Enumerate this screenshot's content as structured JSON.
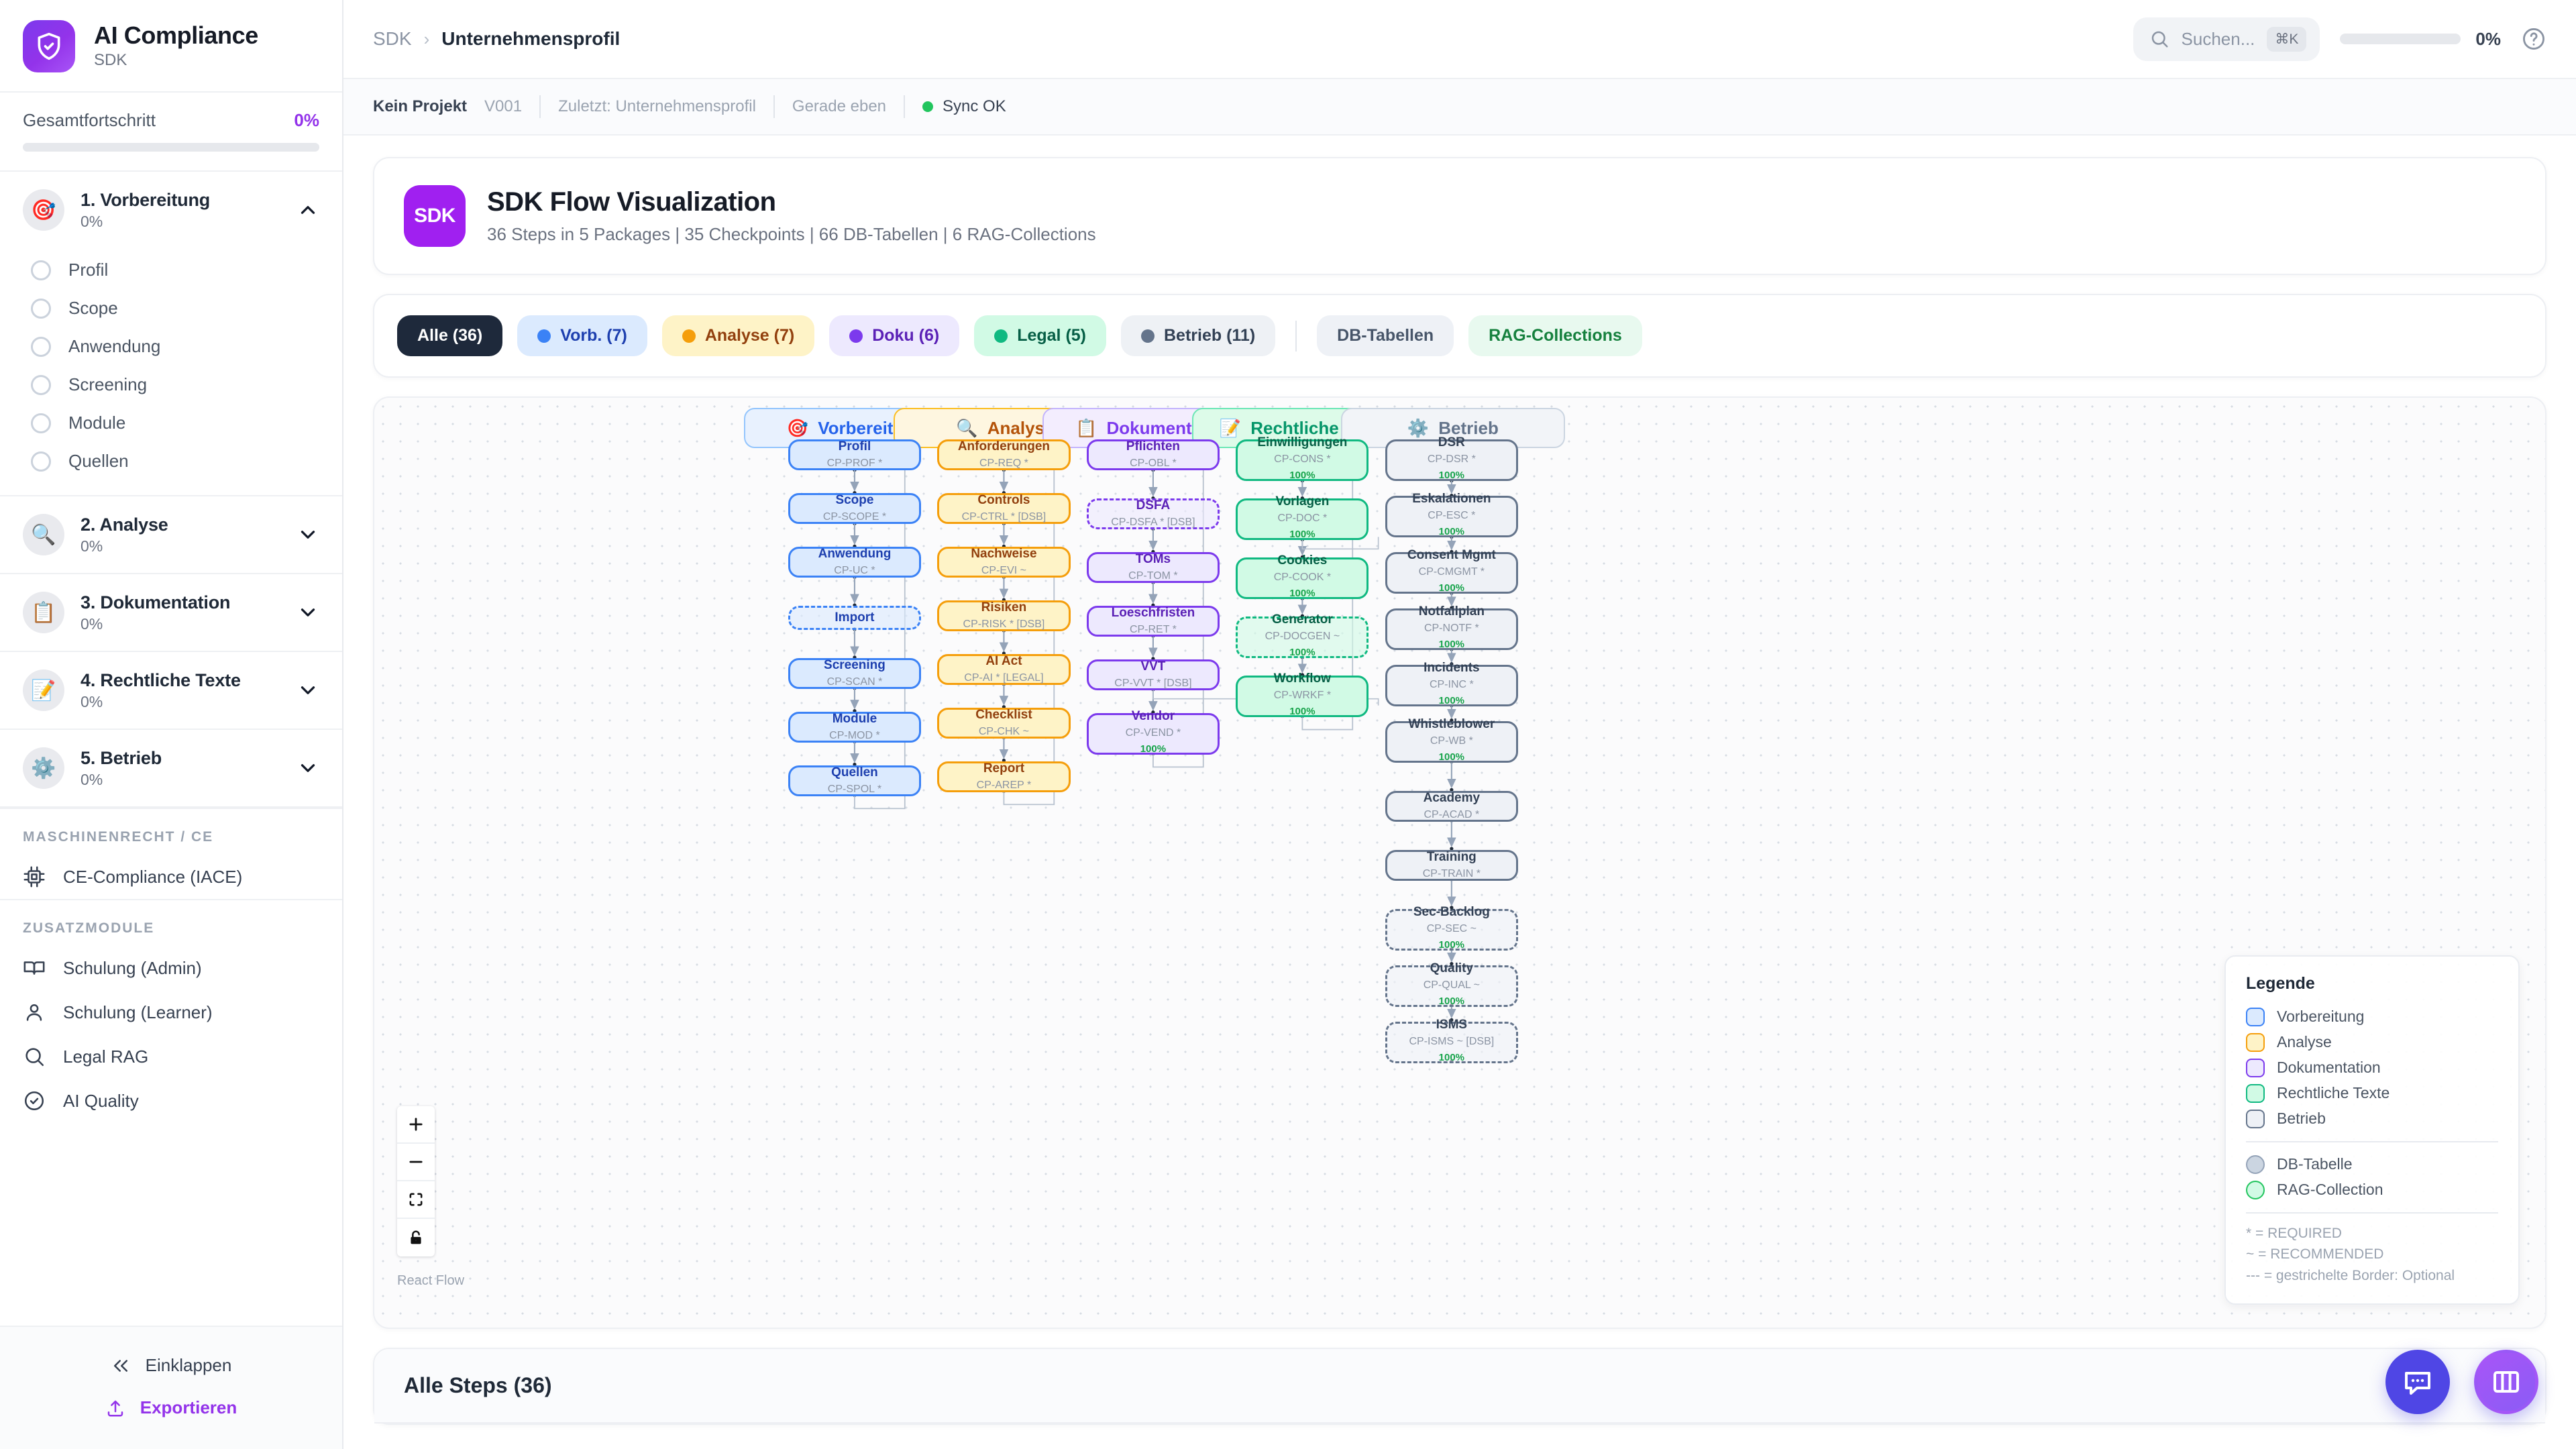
{
  "sidebar": {
    "brand": {
      "title": "AI Compliance",
      "subtitle": "SDK",
      "icon": "shield-check-icon"
    },
    "overall": {
      "label": "Gesamtfortschritt",
      "value": "0%",
      "percent": 0
    },
    "phases": [
      {
        "emoji": "🎯",
        "name": "1. Vorbereitung",
        "percent": "0%",
        "expanded": true,
        "substeps": [
          "Profil",
          "Scope",
          "Anwendung",
          "Screening",
          "Module",
          "Quellen"
        ]
      },
      {
        "emoji": "🔍",
        "name": "2. Analyse",
        "percent": "0%",
        "expanded": false,
        "substeps": []
      },
      {
        "emoji": "📋",
        "name": "3. Dokumentation",
        "percent": "0%",
        "expanded": false,
        "substeps": []
      },
      {
        "emoji": "📝",
        "name": "4. Rechtliche Texte",
        "percent": "0%",
        "expanded": false,
        "substeps": []
      },
      {
        "emoji": "⚙️",
        "name": "5. Betrieb",
        "percent": "0%",
        "expanded": false,
        "substeps": []
      }
    ],
    "section_machine": {
      "title": "MASCHINENRECHT / CE",
      "items": [
        {
          "icon": "cpu-icon",
          "label": "CE-Compliance (IACE)"
        }
      ]
    },
    "section_extra": {
      "title": "ZUSATZMODULE",
      "items": [
        {
          "icon": "book-icon",
          "label": "Schulung (Admin)"
        },
        {
          "icon": "user-icon",
          "label": "Schulung (Learner)"
        },
        {
          "icon": "search-icon",
          "label": "Legal RAG"
        },
        {
          "icon": "check-circle-icon",
          "label": "AI Quality"
        }
      ]
    },
    "footer": {
      "collapse": "Einklappen",
      "export": "Exportieren"
    }
  },
  "topbar": {
    "breadcrumb_root": "SDK",
    "breadcrumb_sep": "›",
    "breadcrumb_current": "Unternehmensprofil",
    "search": {
      "placeholder": "Suchen...",
      "shortcut": "⌘K",
      "icon": "search-icon"
    },
    "progress": {
      "value": "0%",
      "percent": 0
    },
    "help_icon": "help-circle-icon"
  },
  "metabar": {
    "project": "Kein Projekt",
    "version": "V001",
    "last_label": "Zuletzt: Unternehmensprofil",
    "time": "Gerade eben",
    "sync": "Sync OK",
    "sync_color": "#22c55e"
  },
  "hero": {
    "badge": "SDK",
    "title": "SDK Flow Visualization",
    "subtitle": "36 Steps in 5 Packages | 35 Checkpoints | 66 DB-Tabellen | 6 RAG-Collections"
  },
  "filters": [
    {
      "label": "Alle (36)",
      "active": true,
      "dot": null,
      "bg": "#1e293b",
      "fg": "#ffffff"
    },
    {
      "label": "Vorb. (7)",
      "active": false,
      "dot": "#3b82f6",
      "bg": "#dbeafe",
      "fg": "#1e40af"
    },
    {
      "label": "Analyse (7)",
      "active": false,
      "dot": "#f59e0b",
      "bg": "#fef3c7",
      "fg": "#92400e"
    },
    {
      "label": "Doku (6)",
      "active": false,
      "dot": "#7c3aed",
      "bg": "#ede9fe",
      "fg": "#5b21b6"
    },
    {
      "label": "Legal (5)",
      "active": false,
      "dot": "#10b981",
      "bg": "#d1fae5",
      "fg": "#065f46"
    },
    {
      "label": "Betrieb (11)",
      "active": false,
      "dot": "#64748b",
      "bg": "#eef1f5",
      "fg": "#334155"
    }
  ],
  "filters_secondary": [
    {
      "label": "DB-Tabellen",
      "bg": "#eef1f6",
      "fg": "#475569"
    },
    {
      "label": "RAG-Collections",
      "bg": "#e8f9ef",
      "fg": "#15803d"
    }
  ],
  "flow": {
    "lanes": [
      {
        "emoji": "🎯",
        "label": "Vorbereitung",
        "bg": "#e8f1fe",
        "border": "#93c5fd",
        "fg": "#2563eb"
      },
      {
        "emoji": "🔍",
        "label": "Analyse",
        "bg": "#fef6e0",
        "border": "#fbbf24",
        "fg": "#b45309"
      },
      {
        "emoji": "📋",
        "label": "Dokumentation",
        "bg": "#f3edfe",
        "border": "#c4b5fd",
        "fg": "#7c3aed"
      },
      {
        "emoji": "📝",
        "label": "Rechtliche Texte",
        "bg": "#ddfbe9",
        "border": "#6ee7b7",
        "fg": "#059669"
      },
      {
        "emoji": "⚙️",
        "label": "Betrieb",
        "bg": "#f2f4f8",
        "border": "#cbd5e1",
        "fg": "#64748b"
      }
    ],
    "columns": [
      {
        "key": "vorbereitung",
        "bg": "#dbeafe",
        "border": "#3b82f6",
        "title_fg": "#1e40af",
        "nodes": [
          {
            "title": "Profil",
            "code": "CP-PROF *",
            "dashed": false,
            "pct": null
          },
          {
            "title": "Scope",
            "code": "CP-SCOPE *",
            "dashed": false,
            "pct": null
          },
          {
            "title": "Anwendung",
            "code": "CP-UC *",
            "dashed": false,
            "pct": null
          },
          {
            "title": "Import",
            "code": "",
            "dashed": true,
            "pct": null
          },
          {
            "title": "Screening",
            "code": "CP-SCAN *",
            "dashed": false,
            "pct": null
          },
          {
            "title": "Module",
            "code": "CP-MOD *",
            "dashed": false,
            "pct": null
          },
          {
            "title": "Quellen",
            "code": "CP-SPOL *",
            "dashed": false,
            "pct": null
          }
        ]
      },
      {
        "key": "analyse",
        "bg": "#fef3c7",
        "border": "#f59e0b",
        "title_fg": "#92400e",
        "nodes": [
          {
            "title": "Anforderungen",
            "code": "CP-REQ *",
            "dashed": false,
            "pct": null
          },
          {
            "title": "Controls",
            "code": "CP-CTRL * [DSB]",
            "dashed": false,
            "pct": null
          },
          {
            "title": "Nachweise",
            "code": "CP-EVI ~",
            "dashed": false,
            "pct": null
          },
          {
            "title": "Risiken",
            "code": "CP-RISK * [DSB]",
            "dashed": false,
            "pct": null
          },
          {
            "title": "AI Act",
            "code": "CP-AI * [LEGAL]",
            "dashed": false,
            "pct": null
          },
          {
            "title": "Checklist",
            "code": "CP-CHK ~",
            "dashed": false,
            "pct": null
          },
          {
            "title": "Report",
            "code": "CP-AREP *",
            "dashed": false,
            "pct": null
          }
        ]
      },
      {
        "key": "dokumentation",
        "bg": "#ede9fe",
        "border": "#7c3aed",
        "title_fg": "#5b21b6",
        "nodes": [
          {
            "title": "Pflichten",
            "code": "CP-OBL *",
            "dashed": false,
            "pct": null
          },
          {
            "title": "DSFA",
            "code": "CP-DSFA * [DSB]",
            "dashed": true,
            "pct": null
          },
          {
            "title": "TOMs",
            "code": "CP-TOM *",
            "dashed": false,
            "pct": null
          },
          {
            "title": "Loeschfristen",
            "code": "CP-RET *",
            "dashed": false,
            "pct": null
          },
          {
            "title": "VVT",
            "code": "CP-VVT * [DSB]",
            "dashed": false,
            "pct": null
          },
          {
            "title": "Vendor",
            "code": "CP-VEND *",
            "dashed": false,
            "pct": "100%"
          }
        ]
      },
      {
        "key": "rechtliche",
        "bg": "#d1fae5",
        "border": "#10b981",
        "title_fg": "#065f46",
        "nodes": [
          {
            "title": "Einwilligungen",
            "code": "CP-CONS *",
            "dashed": false,
            "pct": "100%"
          },
          {
            "title": "Vorlagen",
            "code": "CP-DOC *",
            "dashed": false,
            "pct": "100%"
          },
          {
            "title": "Cookies",
            "code": "CP-COOK *",
            "dashed": false,
            "pct": "100%"
          },
          {
            "title": "Generator",
            "code": "CP-DOCGEN ~",
            "dashed": true,
            "pct": "100%"
          },
          {
            "title": "Workflow",
            "code": "CP-WRKF *",
            "dashed": false,
            "pct": "100%"
          }
        ]
      },
      {
        "key": "betrieb",
        "bg": "#eef1f6",
        "border": "#64748b",
        "title_fg": "#334155",
        "nodes": [
          {
            "title": "DSR",
            "code": "CP-DSR *",
            "dashed": false,
            "pct": "100%"
          },
          {
            "title": "Eskalationen",
            "code": "CP-ESC *",
            "dashed": false,
            "pct": "100%"
          },
          {
            "title": "Consent Mgmt",
            "code": "CP-CMGMT *",
            "dashed": false,
            "pct": "100%"
          },
          {
            "title": "Notfallplan",
            "code": "CP-NOTF *",
            "dashed": false,
            "pct": "100%"
          },
          {
            "title": "Incidents",
            "code": "CP-INC *",
            "dashed": false,
            "pct": "100%"
          },
          {
            "title": "Whistleblower",
            "code": "CP-WB *",
            "dashed": false,
            "pct": "100%"
          },
          {
            "title": "Academy",
            "code": "CP-ACAD *",
            "dashed": false,
            "pct": null
          },
          {
            "title": "Training",
            "code": "CP-TRAIN *",
            "dashed": false,
            "pct": null
          },
          {
            "title": "Sec-Backlog",
            "code": "CP-SEC ~",
            "dashed": true,
            "pct": "100%"
          },
          {
            "title": "Quality",
            "code": "CP-QUAL ~",
            "dashed": true,
            "pct": "100%"
          },
          {
            "title": "ISMS",
            "code": "CP-ISMS ~ [DSB]",
            "dashed": true,
            "pct": "100%"
          }
        ]
      }
    ],
    "legend": {
      "title": "Legende",
      "swatches": [
        {
          "label": "Vorbereitung",
          "bg": "#dbeafe",
          "border": "#3b82f6",
          "shape": "square"
        },
        {
          "label": "Analyse",
          "bg": "#fef3c7",
          "border": "#f59e0b",
          "shape": "square"
        },
        {
          "label": "Dokumentation",
          "bg": "#ede9fe",
          "border": "#7c3aed",
          "shape": "square"
        },
        {
          "label": "Rechtliche Texte",
          "bg": "#d1fae5",
          "border": "#10b981",
          "shape": "square"
        },
        {
          "label": "Betrieb",
          "bg": "#eef1f6",
          "border": "#64748b",
          "shape": "square"
        },
        {
          "label": "DB-Tabelle",
          "bg": "#cbd5e1",
          "border": "#94a3b8",
          "shape": "circle"
        },
        {
          "label": "RAG-Collection",
          "bg": "#d1fae5",
          "border": "#22c55e",
          "shape": "circle"
        }
      ],
      "notes": [
        "* = REQUIRED",
        "~ = RECOMMENDED",
        "--- = gestrichelte Border: Optional"
      ]
    },
    "controls": [
      "zoom-in-icon",
      "zoom-out-icon",
      "fit-view-icon",
      "lock-icon"
    ],
    "attribution": "React Flow"
  },
  "steps_section": {
    "title": "Alle Steps (36)"
  },
  "fabs": [
    {
      "icon": "chat-icon",
      "name": "chat-fab"
    },
    {
      "icon": "panel-icon",
      "name": "panel-fab"
    }
  ]
}
